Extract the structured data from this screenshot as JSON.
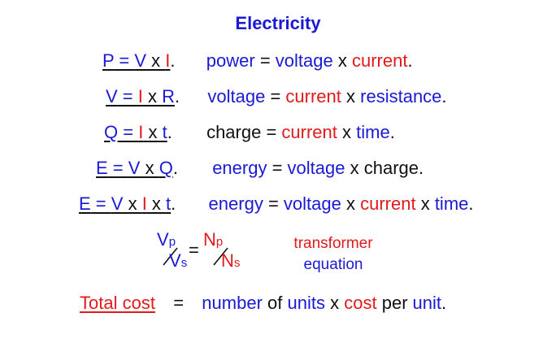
{
  "title": "Electricity",
  "colors": {
    "blue": "#1a1ad6",
    "red": "#e21a1a",
    "black": "#111111"
  },
  "lines": [
    {
      "formula": {
        "a": "P",
        "eq": " = ",
        "b": "V",
        "x": " x ",
        "c": "I",
        "end": "."
      },
      "words": {
        "a": "power",
        "eq": " = ",
        "b": "voltage",
        "x": " x ",
        "c": "current",
        "end": "."
      }
    },
    {
      "formula": {
        "a": "V",
        "eq": " = ",
        "b": "I",
        "x": " x ",
        "c": "R",
        "end": "."
      },
      "words": {
        "a": "voltage",
        "eq": " = ",
        "b": "current",
        "x": " x ",
        "c": "resistance",
        "end": "."
      }
    },
    {
      "formula": {
        "a": "Q",
        "eq": " = ",
        "b": "I",
        "x": " x ",
        "c": "t",
        "end": "."
      },
      "words": {
        "a": "charge",
        "eq": " = ",
        "b": "current",
        "x": " x ",
        "c": "time",
        "end": "."
      }
    },
    {
      "formula": {
        "a": "E",
        "eq": " = ",
        "b": "V",
        "x": " x ",
        "c": "Q",
        "end": "."
      },
      "words": {
        "a": "energy",
        "eq": " = ",
        "b": "voltage",
        "x": " x ",
        "c": "charge",
        "end": "."
      }
    },
    {
      "formula": {
        "a": "E",
        "eq": " = ",
        "b": "V",
        "x1": " x ",
        "c": "I",
        "x2": " x ",
        "d": "t",
        "end": "."
      },
      "words": {
        "a": "energy",
        "eq": " = ",
        "b": "voltage",
        "x1": " x ",
        "c": "current",
        "x2": " x ",
        "d": "time",
        "end": "."
      }
    }
  ],
  "transformer": {
    "vp": "V",
    "vp_sub": "p",
    "vs": "V",
    "vs_sub": "s",
    "eq": "=",
    "np": "N",
    "np_sub": "p",
    "ns": "N",
    "ns_sub": "s",
    "label_line1": "transformer",
    "label_line2": "equation"
  },
  "cost": {
    "total": "Total cost",
    "eq": "=",
    "number": "number",
    "of": "of",
    "units": "units",
    "x": "x",
    "cost": "cost",
    "per": "per",
    "unit": "unit",
    "end": "."
  }
}
